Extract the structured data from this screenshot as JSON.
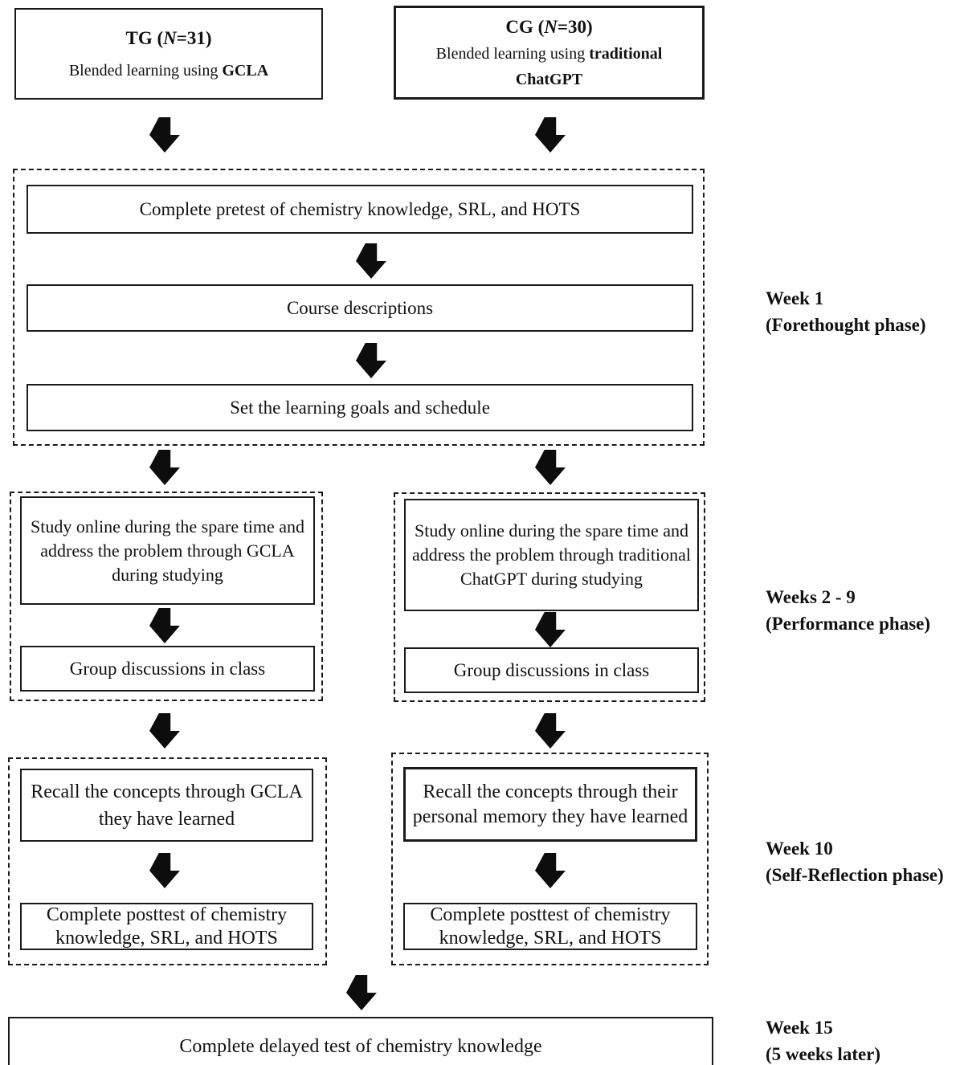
{
  "groups": {
    "tg": {
      "title_prefix": "TG (",
      "title_n": "N",
      "title_suffix": "=31)",
      "desc_prefix": "Blended learning using ",
      "desc_bold": "GCLA"
    },
    "cg": {
      "title_prefix": "CG (",
      "title_n": "N",
      "title_suffix": "=30)",
      "desc_prefix": "Blended learning using ",
      "desc_bold": "traditional",
      "desc_line3": "ChatGPT"
    }
  },
  "phase1": {
    "pretest": "Complete pretest of chemistry knowledge, SRL, and HOTS",
    "course": "Course descriptions",
    "goals": "Set the learning goals and schedule",
    "label1": "Week 1",
    "label2": "(Forethought phase)"
  },
  "phase2": {
    "tg_study": "Study online during the spare time and address the problem through GCLA during studying",
    "cg_study": "Study online during the spare time and address the problem through traditional ChatGPT during studying",
    "group_discussion": "Group discussions in class",
    "label1": "Weeks 2 - 9",
    "label2": "(Performance phase)"
  },
  "phase3": {
    "tg_recall": "Recall the concepts through GCLA they have learned",
    "cg_recall": "Recall the concepts through their personal memory they have learned",
    "posttest": "Complete posttest of chemistry knowledge, SRL, and HOTS",
    "label1": "Week 10",
    "label2": "(Self-Reflection phase)"
  },
  "phase4": {
    "delayed_test": "Complete delayed test of chemistry knowledge",
    "label1": "Week 15",
    "label2": "(5 weeks later)"
  }
}
